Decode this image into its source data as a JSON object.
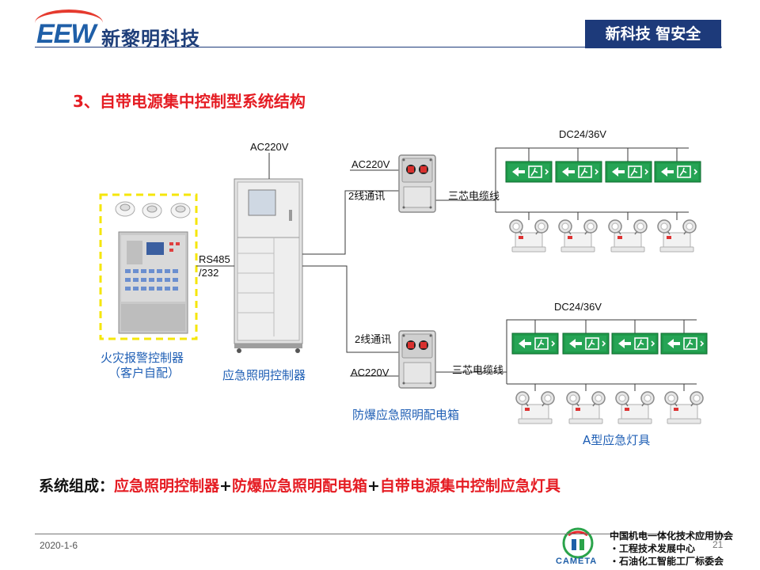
{
  "header": {
    "logo_mark": "EEW",
    "company_name": "新黎明科技",
    "slogan": "新科技  智安全"
  },
  "title": "3、自带电源集中控制型系统结构",
  "diagram": {
    "fire_alarm_caption_1": "火灾报警控制器",
    "fire_alarm_caption_2": "（客户自配）",
    "controller_caption": "应急照明控制器",
    "panel_caption": "防爆应急照明配电箱",
    "fixture_caption": "A型应急灯具",
    "label_ac220v_cabinet": "AC220V",
    "label_rs485": "RS485",
    "label_232": "/232",
    "label_ac220v_top": "AC220V",
    "label_2wire_top": "2线通讯",
    "label_3core_top": "三芯电缆线",
    "label_dc_top": "DC24/36V",
    "label_2wire_bottom": "2线通讯",
    "label_ac220v_bottom": "AC220V",
    "label_3core_bottom": "三芯电缆线",
    "label_dc_bottom": "DC24/36V"
  },
  "composition": {
    "prefix": "系统组成：",
    "part1": "应急照明控制器",
    "plus1": "+",
    "part2": "防爆应急照明配电箱",
    "plus2": "+",
    "part3": "自带电源集中控制应急灯具"
  },
  "footer": {
    "date": "2020-1-6",
    "page_number": "21",
    "org_line1": "中国机电一体化技术应用协会",
    "org_line2": "・工程技术发展中心",
    "org_line3": "・石油化工智能工厂标委会",
    "org_logo_text": "CAMETA"
  },
  "colors": {
    "brand_blue": "#1d3a7a",
    "title_red": "#e51c23",
    "caption_blue": "#1f5fb5",
    "exit_green": "#1f9a4a",
    "dashed_yellow": "#f5e60a"
  },
  "icons": {
    "exit_sign": "exit-sign-icon",
    "emergency_lamp": "twin-spot-emergency-lamp-icon",
    "smoke_detector": "smoke-detector-icon"
  }
}
